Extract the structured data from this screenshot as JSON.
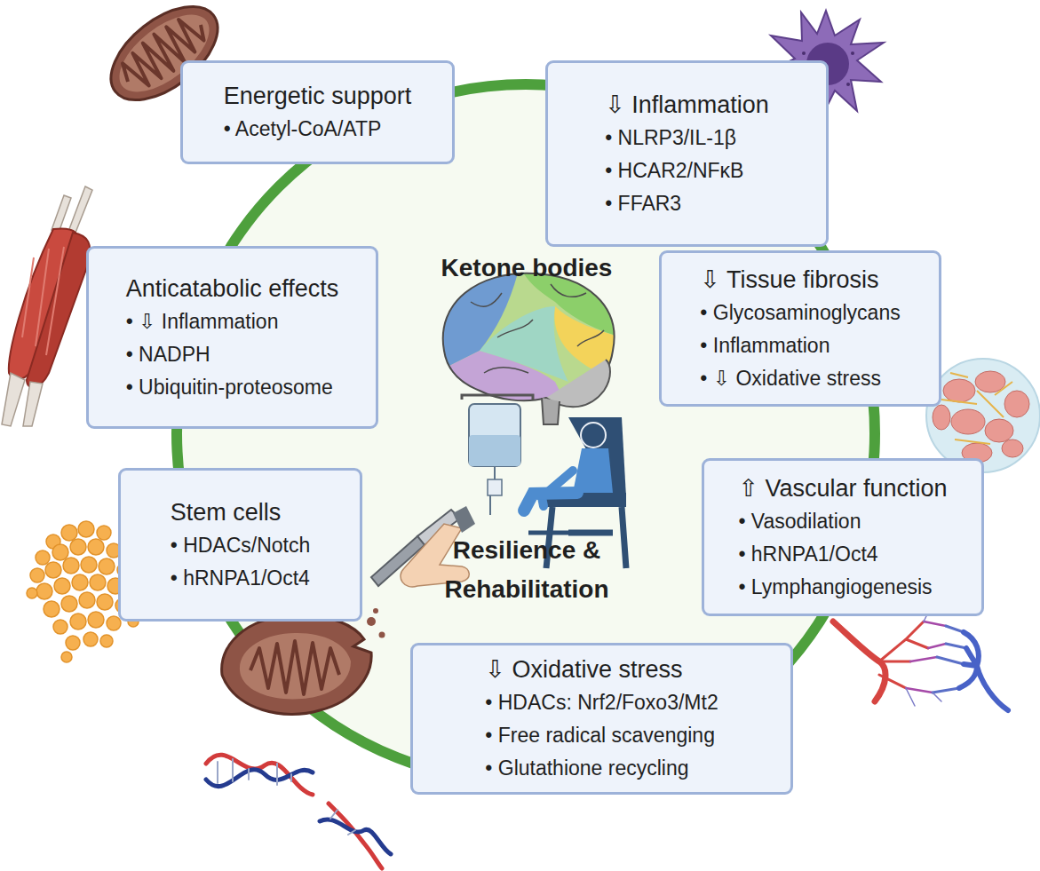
{
  "diagram": {
    "nodes": [
      {
        "text": [
          "Energetic support",
          "• Acetyl-CoA/ATP"
        ]
      },
      {
        "text": [
          "⇩ Inflammation",
          "• NLRP3/IL-1β",
          "• HCAR2/NFκB",
          "• FFAR3"
        ]
      },
      {
        "text": [
          "Anticatabolic effects",
          "• ⇩ Inflammation",
          "• NADPH",
          "• Ubiquitin-proteosome"
        ]
      },
      {
        "text": [
          "⇩ Tissue fibrosis",
          "• Glycosaminoglycans",
          "• Inflammation",
          "• ⇩ Oxidative stress"
        ]
      },
      {
        "text": [
          "Stem cells",
          "• HDACs/Notch",
          "• hRNPA1/Oct4"
        ]
      },
      {
        "text": [
          "⇧ Vascular function",
          "• Vasodilation",
          "• hRNPA1/Oct4",
          "• Lymphangiogenesis"
        ]
      },
      {
        "text": [
          "⇩ Oxidative stress",
          "• HDACs: Nrf2/Foxo3/Mt2",
          "• Free radical scavenging",
          "• Glutathione recycling"
        ]
      }
    ],
    "labels": [
      "Ketone bodies",
      "Resilience & Rehabilitation"
    ]
  }
}
